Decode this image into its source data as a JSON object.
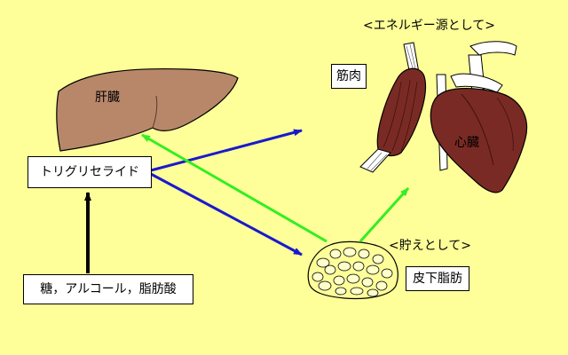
{
  "labels": {
    "liver": "肝臓",
    "heart": "心臓",
    "muscle": "筋肉",
    "triglyceride": "トリグリセライド",
    "sources": "糖，アルコール，脂肪酸",
    "energy_source": "<エネルギー源として>",
    "storage": "<貯えとして>",
    "subcutaneous_fat": "皮下脂肪"
  },
  "icons": {
    "liver": "liver-icon",
    "muscle": "muscle-icon",
    "heart": "heart-icon",
    "fat": "fat-tissue-icon"
  },
  "colors": {
    "background": "#ffff99",
    "organ_liver": "#b8876a",
    "organ_muscle": "#7a2a24",
    "arrow_blue": "#1a1acc",
    "arrow_green": "#33ee22",
    "arrow_black": "#000000"
  }
}
